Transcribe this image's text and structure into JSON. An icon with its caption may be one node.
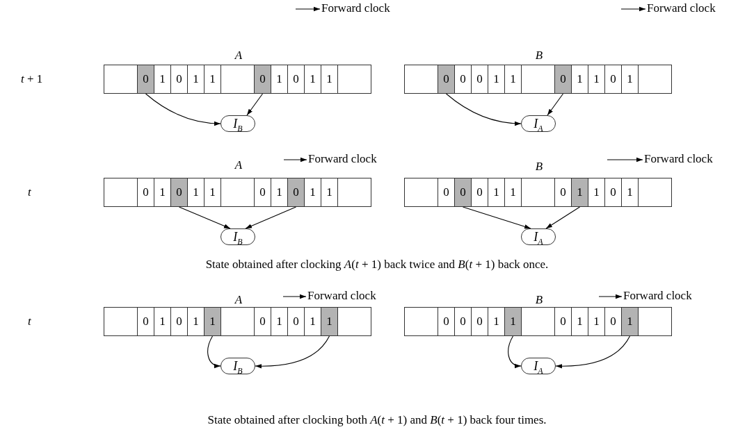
{
  "diagram": {
    "nodes": [
      {
        "text": [],
        "shape": "box"
      },
      {
        "text": [
          "0"
        ]
      },
      {
        "text": [
          "1"
        ]
      },
      {
        "text": [
          "0"
        ]
      },
      {
        "text": [
          "1"
        ]
      },
      {
        "text": [
          "1"
        ]
      },
      {
        "text": [],
        "shape": "box"
      },
      {
        "text": [
          "0"
        ]
      },
      {
        "text": [
          "1"
        ]
      },
      {
        "text": [
          "0"
        ]
      },
      {
        "text": [
          "1"
        ]
      },
      {
        "text": [
          "1"
        ]
      },
      {
        "text": [],
        "shape": "box"
      },
      {
        "text": [],
        "shape": "box"
      },
      {
        "text": [
          "0"
        ]
      },
      {
        "text": [
          "0"
        ]
      },
      {
        "text": [
          "0"
        ]
      },
      {
        "text": [
          "1"
        ]
      },
      {
        "text": [
          "1"
        ]
      },
      {
        "text": [],
        "shape": "box"
      },
      {
        "text": [
          "0"
        ]
      },
      {
        "text": [
          "1"
        ]
      },
      {
        "text": [
          "1"
        ]
      },
      {
        "text": [
          "0"
        ]
      },
      {
        "text": [
          "1"
        ]
      },
      {
        "text": [],
        "shape": "box"
      },
      {
        "text": [
          "I$_{B}$"
        ]
      },
      {
        "text": [
          "I$_{A}$"
        ]
      },
      {
        "text": [],
        "shape": "box"
      },
      {
        "text": [
          "0"
        ]
      },
      {
        "text": [
          "1"
        ]
      },
      {
        "text": [
          "0"
        ]
      },
      {
        "text": [
          "1"
        ]
      },
      {
        "text": [
          "1"
        ]
      },
      {
        "text": [],
        "shape": "box"
      },
      {
        "text": [
          "0"
        ]
      },
      {
        "text": [
          "1"
        ]
      },
      {
        "text": [
          "0"
        ]
      },
      {
        "text": [
          "1"
        ]
      },
      {
        "text": [
          "1"
        ]
      },
      {
        "text": [],
        "shape": "box"
      },
      {
        "text": [],
        "shape": "box"
      },
      {
        "text": [
          "0"
        ]
      },
      {
        "text": [
          "0"
        ]
      },
      {
        "text": [
          "0"
        ]
      },
      {
        "text": [
          "1"
        ]
      },
      {
        "text": [
          "1"
        ]
      },
      {
        "text": [],
        "shape": "box"
      },
      {
        "text": [
          "0"
        ]
      },
      {
        "text": [
          "1"
        ]
      },
      {
        "text": [
          "1"
        ]
      },
      {
        "text": [
          "0"
        ]
      },
      {
        "text": [
          "1"
        ]
      },
      {
        "text": [],
        "shape": "box"
      },
      {
        "text": [
          "I$_{B}$"
        ]
      },
      {
        "text": [
          "I$_{A}$"
        ]
      },
      {
        "text": [],
        "shape": "box"
      },
      {
        "text": [
          "0"
        ]
      },
      {
        "text": [
          "1"
        ]
      },
      {
        "text": [
          "0"
        ]
      },
      {
        "text": [
          "1"
        ]
      },
      {
        "text": [
          "1"
        ]
      },
      {
        "text": [],
        "shape": "box"
      },
      {
        "text": [
          "0"
        ]
      },
      {
        "text": [
          "1"
        ]
      },
      {
        "text": [
          "0"
        ]
      },
      {
        "text": [
          "1"
        ]
      },
      {
        "text": [
          "1"
        ]
      },
      {
        "text": [],
        "shape": "box"
      },
      {
        "text": [],
        "shape": "box"
      },
      {
        "text": [
          "0"
        ]
      },
      {
        "text": [
          "0"
        ]
      },
      {
        "text": [
          "0"
        ]
      },
      {
        "text": [
          "1"
        ]
      },
      {
        "text": [
          "1"
        ]
      },
      {
        "text": [],
        "shape": "box"
      },
      {
        "text": [
          "0"
        ]
      },
      {
        "text": [
          "1"
        ]
      },
      {
        "text": [
          "1"
        ]
      },
      {
        "text": [
          "0"
        ]
      },
      {
        "text": [
          "1"
        ]
      },
      {
        "text": [],
        "shape": "box"
      },
      {
        "text": [
          "I$_{B}$"
        ]
      },
      {
        "text": [
          "I$_{A}$"
        ]
      }
    ],
    "edges": [
      {
        "from": 1,
        "to": 26,
        "arrow": "to"
      },
      {
        "from": 7,
        "to": 26,
        "arrow": "to"
      },
      {
        "from": 14,
        "to": 27,
        "arrow": "to"
      },
      {
        "from": 20,
        "to": 27,
        "arrow": "to"
      },
      {
        "from": 31,
        "to": 54,
        "arrow": "to"
      },
      {
        "from": 37,
        "to": 54,
        "arrow": "to"
      },
      {
        "from": 43,
        "to": 55,
        "arrow": "to"
      },
      {
        "from": 49,
        "to": 55,
        "arrow": "to"
      },
      {
        "from": 61,
        "to": 82,
        "arrow": "to"
      },
      {
        "from": 67,
        "to": 82,
        "arrow": "to"
      },
      {
        "from": 74,
        "to": 83,
        "arrow": "to"
      },
      {
        "from": 80,
        "to": 83,
        "arrow": "to"
      }
    ],
    "labels": [
      "*t* + 1",
      "A",
      "Forward clock",
      "B",
      "Forward clock",
      "t",
      "A",
      "Forward clock",
      "B",
      "Forward clock",
      "State obtained after clocking *A*(*t* + 1) back twice and *B*(*t* + 1) back once.",
      "t",
      "A",
      "Forward clock",
      "B",
      "Forward clock",
      "State obtained after clocking both *A*(*t* + 1) and *B*(*t* + 1) back four times."
    ]
  }
}
